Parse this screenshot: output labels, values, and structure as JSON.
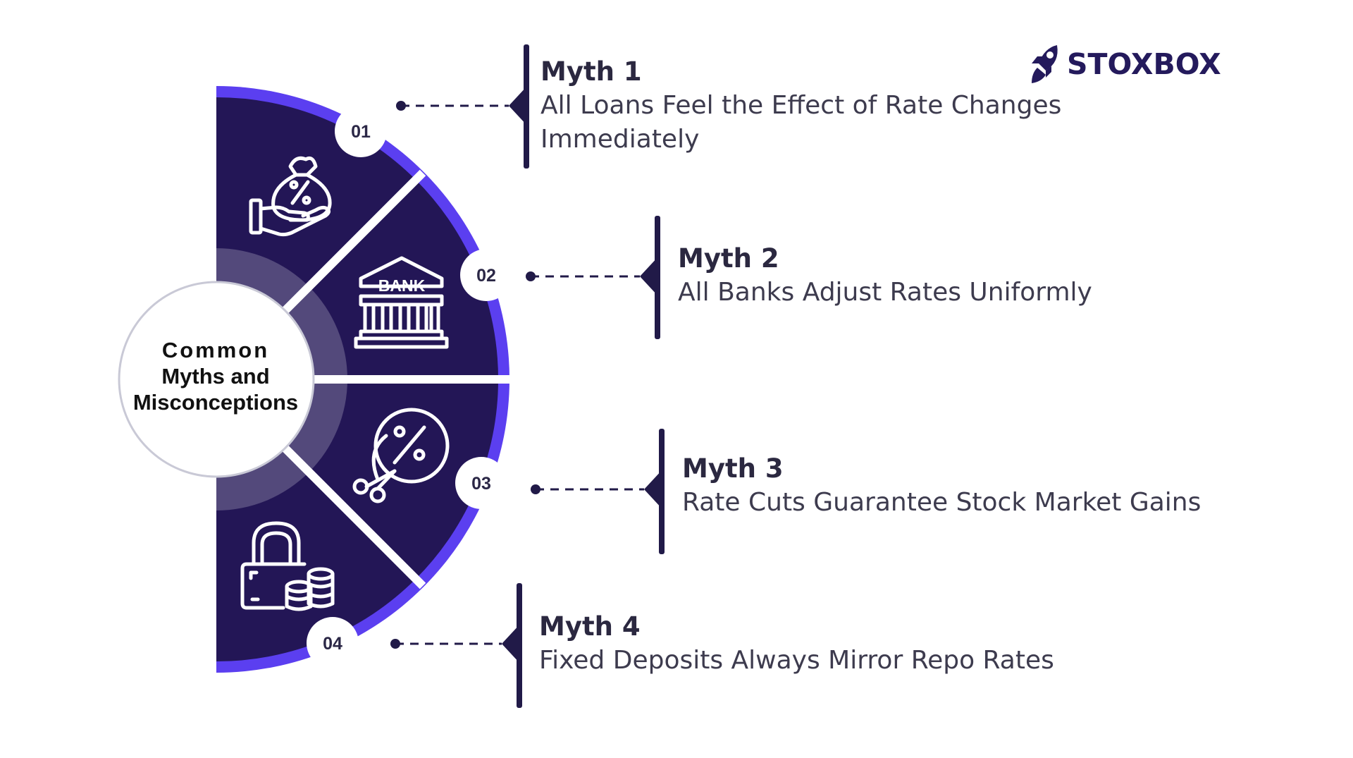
{
  "logo": {
    "text": "STOXBOX",
    "icon": "rocket-icon"
  },
  "center": {
    "line1": "Common",
    "line2": "Myths and",
    "line3": "Misconceptions"
  },
  "colors": {
    "segment": "#231656",
    "ring": "#5b3ff0",
    "stroke_dark": "#211a48",
    "badge_text": "#2b2746"
  },
  "segments": [
    {
      "number": "01",
      "icon": "money-bag-percent-hand-icon"
    },
    {
      "number": "02",
      "icon": "bank-building-icon"
    },
    {
      "number": "03",
      "icon": "scissors-cut-percent-icon"
    },
    {
      "number": "04",
      "icon": "lock-coins-icon"
    }
  ],
  "myths": [
    {
      "title": "Myth 1",
      "desc_line1": "All Loans Feel the Effect of Rate Changes",
      "desc_line2": "Immediately"
    },
    {
      "title": "Myth 2",
      "desc_line1": "All Banks Adjust Rates Uniformly"
    },
    {
      "title": "Myth 3",
      "desc_line1": "Rate Cuts Guarantee Stock Market Gains"
    },
    {
      "title": "Myth 4",
      "desc_line1": "Fixed Deposits Always Mirror Repo Rates"
    }
  ]
}
